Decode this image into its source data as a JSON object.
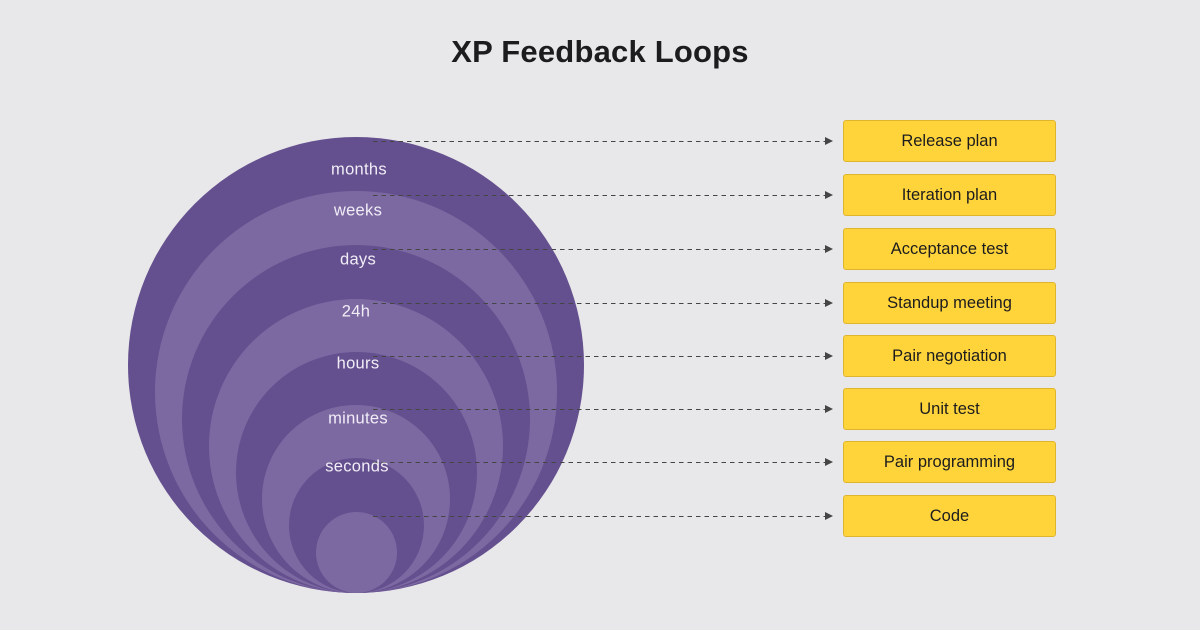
{
  "title": "XP Feedback Loops",
  "colors": {
    "bg": "#e8e7ea",
    "circle_dark": "#64508e",
    "circle_light": "#7d69a2",
    "box_fill": "#ffd43b",
    "box_border": "#dfb52e",
    "text_dark": "#1c1c1e",
    "circle_label": "#f1edf7",
    "line": "#454545"
  },
  "loops": [
    {
      "label": "months",
      "box": "Release plan"
    },
    {
      "label": "weeks",
      "box": "Iteration plan"
    },
    {
      "label": "days",
      "box": "Acceptance test"
    },
    {
      "label": "24h",
      "box": "Standup meeting"
    },
    {
      "label": "hours",
      "box": "Pair negotiation"
    },
    {
      "label": "minutes",
      "box": "Unit test"
    },
    {
      "label": "seconds",
      "box": "Pair programming"
    },
    {
      "label": "",
      "box": "Code"
    }
  ]
}
